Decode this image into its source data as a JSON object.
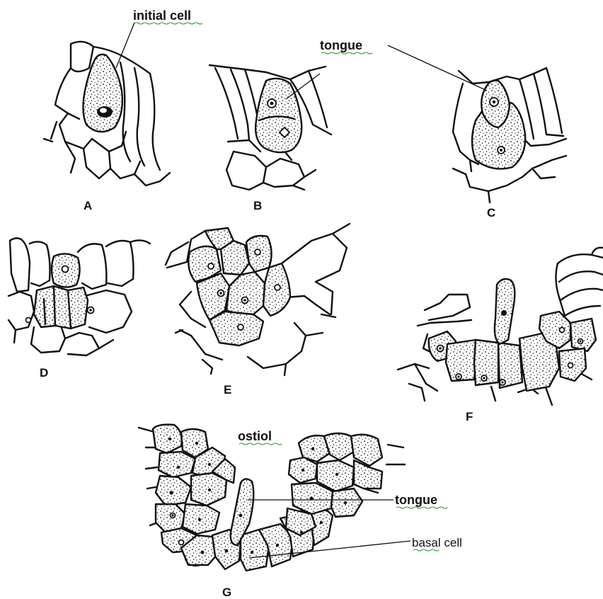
{
  "labels": {
    "initial_cell": "initial cell",
    "tongue_top": "tongue",
    "ostiol": "ostiol",
    "tongue_bottom": "tongue",
    "basal_cell": "basal cell"
  },
  "panels": {
    "a": "A",
    "b": "B",
    "c": "C",
    "d": "D",
    "e": "E",
    "f": "F",
    "g": "G"
  },
  "colors": {
    "line": "#111111",
    "stipple": "#111111",
    "spellcheck_underline": "#2e9c2e",
    "background": "#ffffff"
  }
}
